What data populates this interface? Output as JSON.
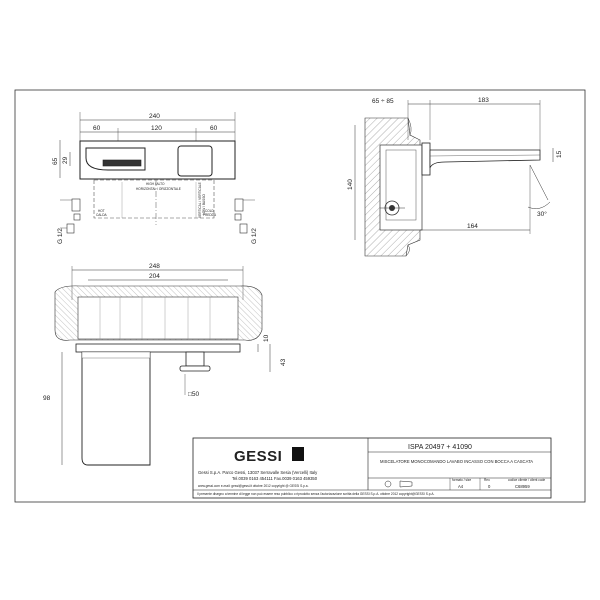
{
  "top_view": {
    "dims": {
      "overall": "240",
      "left": "60",
      "middle": "120",
      "right": "60",
      "h1": "65",
      "h2": "29",
      "g_left": "G 1/2",
      "g_right": "G 1/2"
    },
    "labels": {
      "high": "HIGH / ALTO",
      "horiz": "HORIZONTAL / ORIZZONTALE",
      "hot": "HOT",
      "calda": "CALDA",
      "cold": "COLD",
      "fredda": "FREDDA",
      "vertical": "VERTICAL / VERTICALE",
      "low": "LOW / BASSO"
    }
  },
  "side_view": {
    "dims": {
      "a": "65 ÷ 85",
      "b": "183",
      "c": "140",
      "d": "15",
      "e": "164",
      "angle": "30°"
    }
  },
  "front_view": {
    "dims": {
      "w1": "248",
      "w2": "204",
      "h1": "10",
      "h2": "43",
      "h3": "98",
      "d": "□50"
    }
  },
  "title_block": {
    "logo": "GESSI",
    "company_line": "Gessi S.p.A. Parco Gessi, 13037 Serravalle Sesia (Vercelli) Italy",
    "phone_line": "Tel.0039 0163 454111 Fax.0039 0163 459350",
    "web_line": "www.gessi.com e-mail: gessi@gessi.it ottobre 2012 copyright @ GESSI S.p.a.",
    "product_code": "ISPA 20497 + 41090",
    "description": "MISCELATORE MONOCOMANDO LAVABO INCASSO CON BOCCA A CASCATA",
    "format_label": "formato / size",
    "format_value": "A4",
    "rev_label": "Rev.",
    "rev_value": "0",
    "client_label": "codice cliente / client code",
    "client_value": "C68959",
    "footer": "Il presente disegno a termine di legge non può essere reso pubblico o riprodotto senza l'autorizzazione scritta della GESSI S.p.A. ottobre 2012 copyright@GESSI S.p.A."
  }
}
